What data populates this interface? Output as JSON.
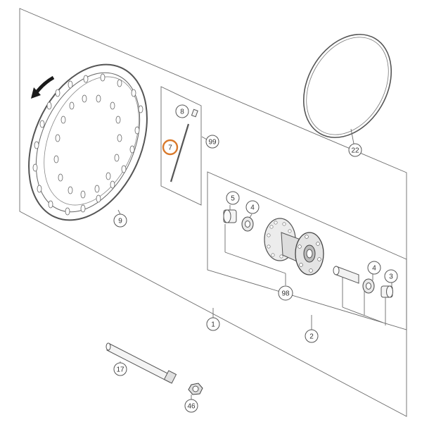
{
  "diagram": {
    "callouts": [
      {
        "id": "c-8",
        "label": "8",
        "part": "spoke nipple"
      },
      {
        "id": "c-7",
        "label": "7",
        "part": "spoke",
        "highlighted": true
      },
      {
        "id": "c-99",
        "label": "99",
        "part": "spoke set"
      },
      {
        "id": "c-22",
        "label": "22",
        "part": "rim band"
      },
      {
        "id": "c-5",
        "label": "5",
        "part": "spacer left"
      },
      {
        "id": "c-4a",
        "label": "4",
        "part": "bearing left"
      },
      {
        "id": "c-9",
        "label": "9",
        "part": "rim"
      },
      {
        "id": "c-98",
        "label": "98",
        "part": "hub"
      },
      {
        "id": "c-4b",
        "label": "4",
        "part": "bearing right"
      },
      {
        "id": "c-3",
        "label": "3",
        "part": "spacer right"
      },
      {
        "id": "c-1",
        "label": "1",
        "part": "wheel assembly"
      },
      {
        "id": "c-2",
        "label": "2",
        "part": "hub assembly"
      },
      {
        "id": "c-17",
        "label": "17",
        "part": "wheel axle"
      },
      {
        "id": "c-46",
        "label": "46",
        "part": "axle nut"
      }
    ],
    "colors": {
      "highlight": "#d9792b",
      "line": "#6a6a6a",
      "arrow": "#1a1a1a"
    }
  }
}
